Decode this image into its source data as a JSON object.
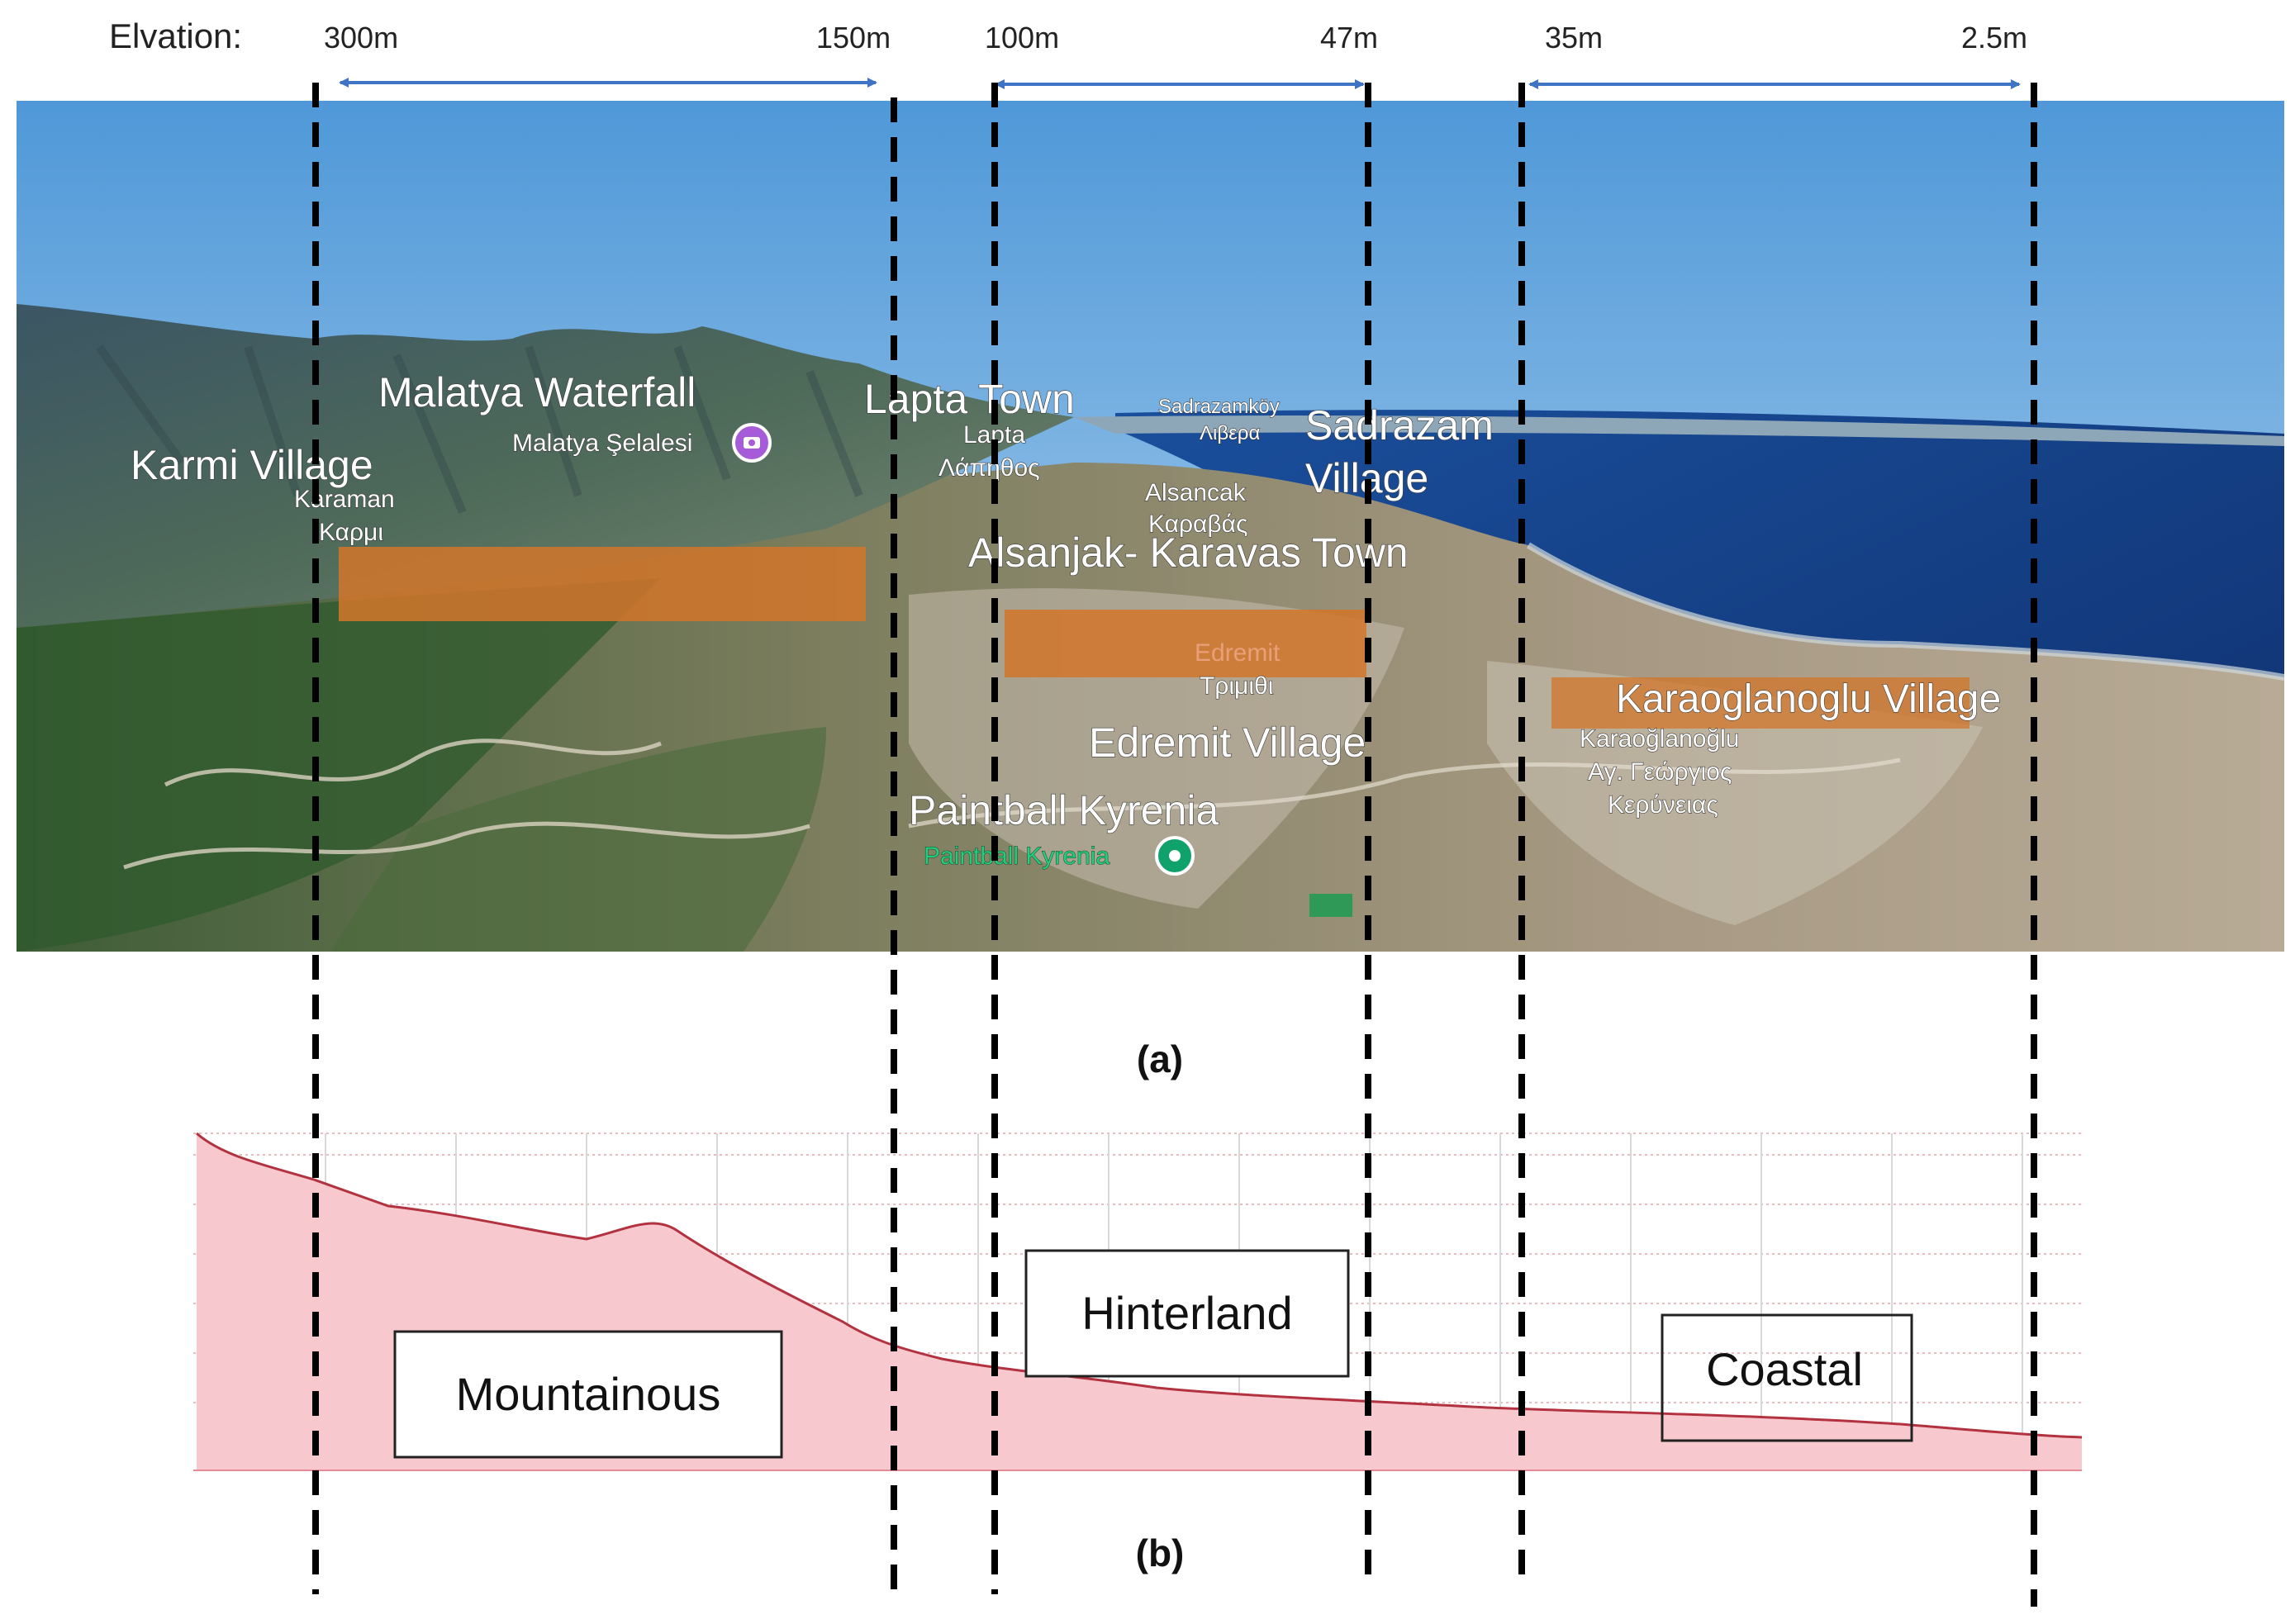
{
  "elevation_header": {
    "label": "Elvation:",
    "segments": [
      {
        "from": "300m",
        "to": "150m"
      },
      {
        "from": "100m",
        "to": "47m"
      },
      {
        "from": "35m",
        "to": "2.5m"
      }
    ]
  },
  "map_panel": {
    "caption": "(a)",
    "place_labels": [
      {
        "text": "Malatya Waterfall",
        "size": "large"
      },
      {
        "text": "Malatya Şelalesi",
        "size": "small"
      },
      {
        "text": "Karmi Village",
        "size": "large"
      },
      {
        "text": "Karaman",
        "size": "small"
      },
      {
        "text": "Καρμι",
        "size": "small"
      },
      {
        "text": "Lapta Town",
        "size": "large"
      },
      {
        "text": "Lapta",
        "size": "small"
      },
      {
        "text": "Λάπηθος",
        "size": "small"
      },
      {
        "text": "Sadrazamköy",
        "size": "tiny"
      },
      {
        "text": "Λιβερα",
        "size": "tiny"
      },
      {
        "text": "Sadrazam",
        "size": "large"
      },
      {
        "text": "Village",
        "size": "large"
      },
      {
        "text": "Alsancak",
        "size": "small"
      },
      {
        "text": "Καραβάς",
        "size": "small"
      },
      {
        "text": "Alsanjak- Karavas Town",
        "size": "large"
      },
      {
        "text": "Edremit",
        "size": "small"
      },
      {
        "text": "Τριμιθι",
        "size": "small"
      },
      {
        "text": "Edremit Village",
        "size": "large"
      },
      {
        "text": "Paintball Kyrenia",
        "size": "large"
      },
      {
        "text": "Paintball Kyrenia",
        "size": "small_green"
      },
      {
        "text": "Karaoglanoglu Village",
        "size": "large"
      },
      {
        "text": "Karaoğlanoğlu",
        "size": "small"
      },
      {
        "text": "Αγ. Γεώργιος",
        "size": "small"
      },
      {
        "text": "Κερύνειας",
        "size": "small"
      }
    ],
    "icons": [
      "camera-pin-icon",
      "map-pin-icon"
    ]
  },
  "profile_panel": {
    "caption": "(b)",
    "zones": [
      "Mountainous",
      "Hinterland",
      "Coastal"
    ],
    "profile_color": "#f7c9cf",
    "profile_line_color": "#b3323f"
  },
  "colors": {
    "arrow": "#3f73c4",
    "highlight": "#d2762a",
    "divider": "#000000",
    "sea": "#1d4f9a",
    "sky": "#69a9e0"
  }
}
